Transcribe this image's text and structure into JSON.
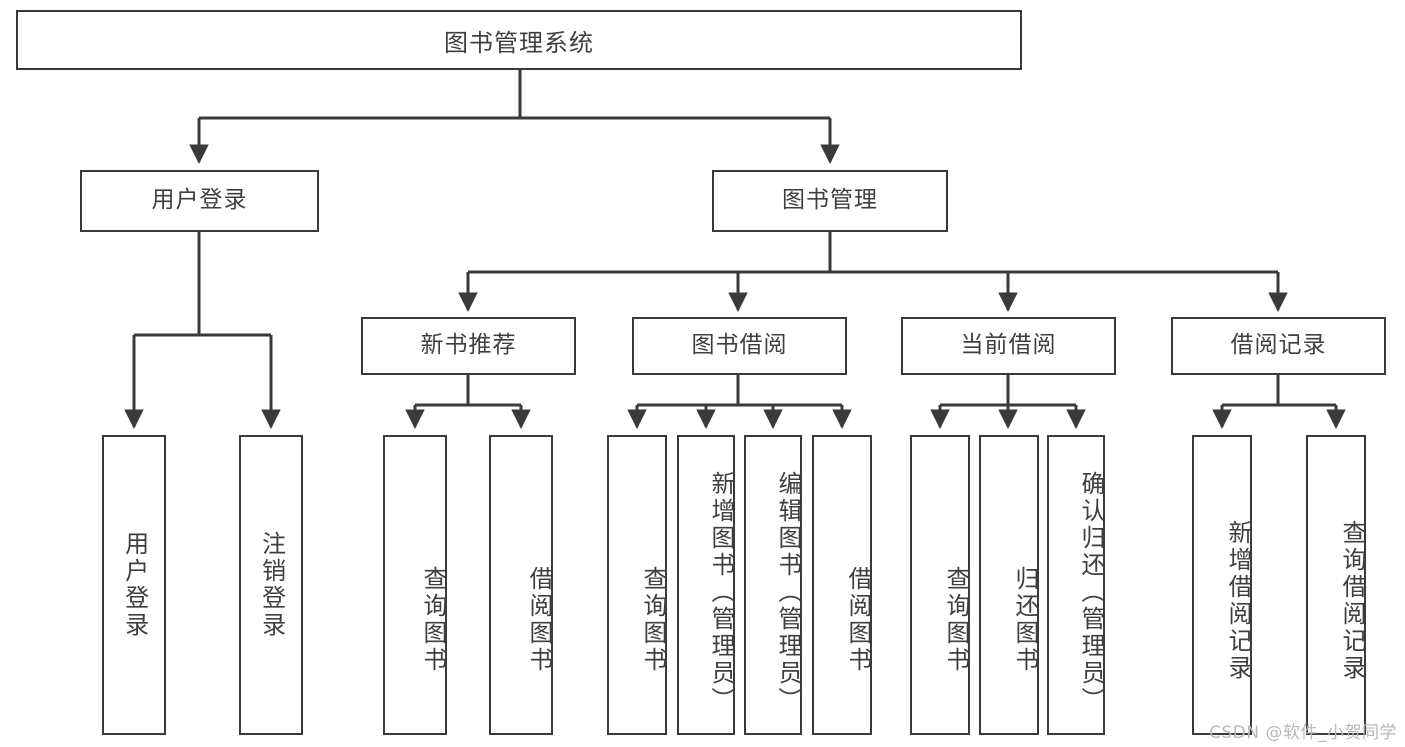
{
  "diagram": {
    "title": "图书管理系统",
    "type": "tree",
    "watermark": "CSDN @软件_小贺同学",
    "colors": {
      "node_border": "#3a3a3a",
      "node_fill": "#ffffff",
      "text": "#3f3f3f",
      "edge": "#3a3a3a",
      "watermark": "#b9b9b9"
    },
    "nodes": {
      "root": {
        "label": "图书管理系统"
      },
      "level1": [
        {
          "id": "user-login",
          "label": "用户登录"
        },
        {
          "id": "book-manage",
          "label": "图书管理"
        }
      ],
      "level2": [
        {
          "id": "new-book-recommend",
          "label": "新书推荐",
          "parent": "book-manage"
        },
        {
          "id": "book-borrow",
          "label": "图书借阅",
          "parent": "book-manage"
        },
        {
          "id": "current-borrow",
          "label": "当前借阅",
          "parent": "book-manage"
        },
        {
          "id": "borrow-record",
          "label": "借阅记录",
          "parent": "book-manage"
        }
      ],
      "leaves": [
        {
          "id": "leaf-user-login",
          "label": "用户登录",
          "parent": "user-login"
        },
        {
          "id": "leaf-logout-login",
          "label": "注销登录",
          "parent": "user-login"
        },
        {
          "id": "leaf-query-book-rec",
          "label": "查询图书",
          "parent": "new-book-recommend"
        },
        {
          "id": "leaf-borrow-book-rec",
          "label": "借阅图书",
          "parent": "new-book-recommend"
        },
        {
          "id": "leaf-query-book-borrow",
          "label": "查询图书",
          "parent": "book-borrow"
        },
        {
          "id": "leaf-add-book",
          "label": "新增图书（管理员）",
          "parent": "book-borrow"
        },
        {
          "id": "leaf-edit-book",
          "label": "编辑图书（管理员）",
          "parent": "book-borrow"
        },
        {
          "id": "leaf-borrow-book",
          "label": "借阅图书",
          "parent": "book-borrow"
        },
        {
          "id": "leaf-query-book-cur",
          "label": "查询图书",
          "parent": "current-borrow"
        },
        {
          "id": "leaf-return-book",
          "label": "归还图书",
          "parent": "current-borrow"
        },
        {
          "id": "leaf-confirm-return",
          "label": "确认归还（管理员）",
          "parent": "current-borrow"
        },
        {
          "id": "leaf-add-record",
          "label": "新增借阅记录",
          "parent": "borrow-record"
        },
        {
          "id": "leaf-query-record",
          "label": "查询借阅记录",
          "parent": "borrow-record"
        }
      ]
    }
  }
}
